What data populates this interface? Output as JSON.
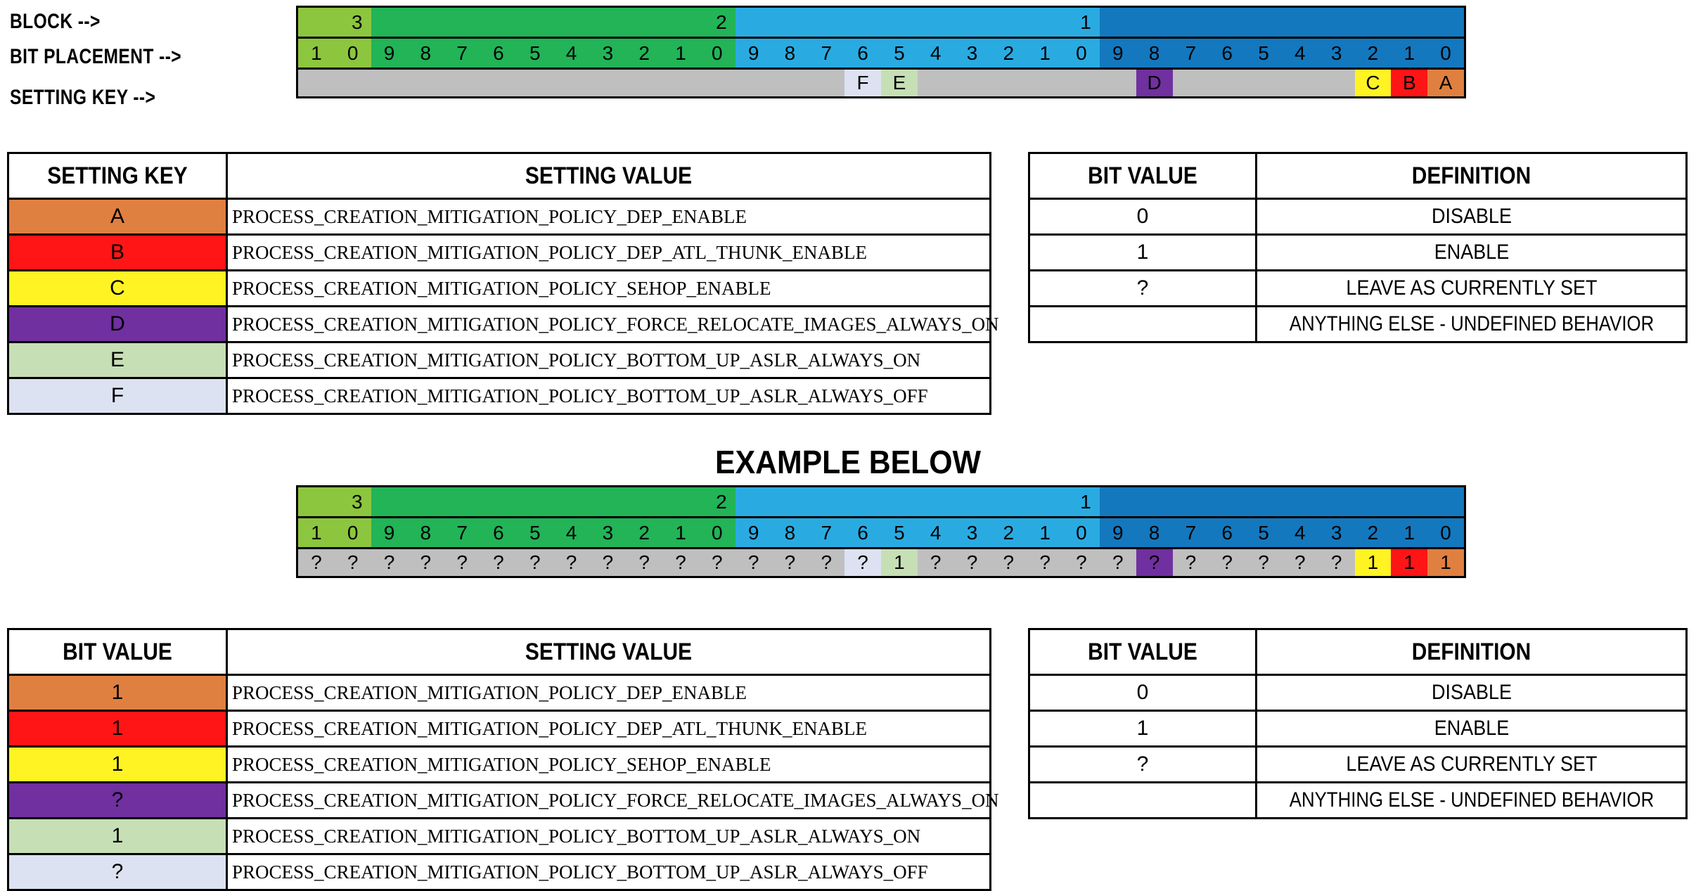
{
  "labels": {
    "block": "BLOCK -->",
    "bit_placement": "BIT PLACEMENT -->",
    "setting_key": "SETTING KEY -->"
  },
  "colors": {
    "block3": "#8CC63E",
    "block2": "#22B457",
    "block1": "#29ABE2",
    "block0": "#1478BE",
    "gray": "#BFBFBF",
    "A": "#E08040",
    "B": "#FF1515",
    "C": "#FFF324",
    "D": "#7030A0",
    "E": "#C6DFB5",
    "F": "#DCE2F1"
  },
  "top_diagram": {
    "blocks": [
      {
        "label": "3",
        "span": 2,
        "color_key": "block3"
      },
      {
        "label": "2",
        "span": 10,
        "color_key": "block2"
      },
      {
        "label": "1",
        "span": 10,
        "color_key": "block1"
      },
      {
        "label": "",
        "span": 10,
        "color_key": "block0"
      }
    ],
    "bit_placement": [
      "1",
      "0",
      "9",
      "8",
      "7",
      "6",
      "5",
      "4",
      "3",
      "2",
      "1",
      "0",
      "9",
      "8",
      "7",
      "6",
      "5",
      "4",
      "3",
      "2",
      "1",
      "0",
      "9",
      "8",
      "7",
      "6",
      "5",
      "4",
      "3",
      "2",
      "1",
      "0"
    ],
    "bit_placement_colors": [
      "block3",
      "block3",
      "block2",
      "block2",
      "block2",
      "block2",
      "block2",
      "block2",
      "block2",
      "block2",
      "block2",
      "block2",
      "block1",
      "block1",
      "block1",
      "block1",
      "block1",
      "block1",
      "block1",
      "block1",
      "block1",
      "block1",
      "block0",
      "block0",
      "block0",
      "block0",
      "block0",
      "block0",
      "block0",
      "block0",
      "block0",
      "block0"
    ],
    "setting_key_row": [
      {
        "label": "",
        "color_key": "gray"
      },
      {
        "label": "",
        "color_key": "gray"
      },
      {
        "label": "",
        "color_key": "gray"
      },
      {
        "label": "",
        "color_key": "gray"
      },
      {
        "label": "",
        "color_key": "gray"
      },
      {
        "label": "",
        "color_key": "gray"
      },
      {
        "label": "",
        "color_key": "gray"
      },
      {
        "label": "",
        "color_key": "gray"
      },
      {
        "label": "",
        "color_key": "gray"
      },
      {
        "label": "",
        "color_key": "gray"
      },
      {
        "label": "",
        "color_key": "gray"
      },
      {
        "label": "",
        "color_key": "gray"
      },
      {
        "label": "",
        "color_key": "gray"
      },
      {
        "label": "",
        "color_key": "gray"
      },
      {
        "label": "",
        "color_key": "gray"
      },
      {
        "label": "F",
        "color_key": "F"
      },
      {
        "label": "E",
        "color_key": "E"
      },
      {
        "label": "",
        "color_key": "gray"
      },
      {
        "label": "",
        "color_key": "gray"
      },
      {
        "label": "",
        "color_key": "gray"
      },
      {
        "label": "",
        "color_key": "gray"
      },
      {
        "label": "",
        "color_key": "gray"
      },
      {
        "label": "",
        "color_key": "gray"
      },
      {
        "label": "D",
        "color_key": "D"
      },
      {
        "label": "",
        "color_key": "gray"
      },
      {
        "label": "",
        "color_key": "gray"
      },
      {
        "label": "",
        "color_key": "gray"
      },
      {
        "label": "",
        "color_key": "gray"
      },
      {
        "label": "",
        "color_key": "gray"
      },
      {
        "label": "C",
        "color_key": "C"
      },
      {
        "label": "B",
        "color_key": "B"
      },
      {
        "label": "A",
        "color_key": "A"
      }
    ]
  },
  "example": {
    "title": "EXAMPLE BELOW",
    "blocks": [
      {
        "label": "3",
        "span": 2,
        "color_key": "block3"
      },
      {
        "label": "2",
        "span": 10,
        "color_key": "block2"
      },
      {
        "label": "1",
        "span": 10,
        "color_key": "block1"
      },
      {
        "label": "",
        "span": 10,
        "color_key": "block0"
      }
    ],
    "bit_placement": [
      "1",
      "0",
      "9",
      "8",
      "7",
      "6",
      "5",
      "4",
      "3",
      "2",
      "1",
      "0",
      "9",
      "8",
      "7",
      "6",
      "5",
      "4",
      "3",
      "2",
      "1",
      "0",
      "9",
      "8",
      "7",
      "6",
      "5",
      "4",
      "3",
      "2",
      "1",
      "0"
    ],
    "bit_placement_colors": [
      "block3",
      "block3",
      "block2",
      "block2",
      "block2",
      "block2",
      "block2",
      "block2",
      "block2",
      "block2",
      "block2",
      "block2",
      "block1",
      "block1",
      "block1",
      "block1",
      "block1",
      "block1",
      "block1",
      "block1",
      "block1",
      "block1",
      "block0",
      "block0",
      "block0",
      "block0",
      "block0",
      "block0",
      "block0",
      "block0",
      "block0",
      "block0"
    ],
    "value_row": [
      {
        "label": "?",
        "color_key": "gray"
      },
      {
        "label": "?",
        "color_key": "gray"
      },
      {
        "label": "?",
        "color_key": "gray"
      },
      {
        "label": "?",
        "color_key": "gray"
      },
      {
        "label": "?",
        "color_key": "gray"
      },
      {
        "label": "?",
        "color_key": "gray"
      },
      {
        "label": "?",
        "color_key": "gray"
      },
      {
        "label": "?",
        "color_key": "gray"
      },
      {
        "label": "?",
        "color_key": "gray"
      },
      {
        "label": "?",
        "color_key": "gray"
      },
      {
        "label": "?",
        "color_key": "gray"
      },
      {
        "label": "?",
        "color_key": "gray"
      },
      {
        "label": "?",
        "color_key": "gray"
      },
      {
        "label": "?",
        "color_key": "gray"
      },
      {
        "label": "?",
        "color_key": "gray"
      },
      {
        "label": "?",
        "color_key": "F"
      },
      {
        "label": "1",
        "color_key": "E"
      },
      {
        "label": "?",
        "color_key": "gray"
      },
      {
        "label": "?",
        "color_key": "gray"
      },
      {
        "label": "?",
        "color_key": "gray"
      },
      {
        "label": "?",
        "color_key": "gray"
      },
      {
        "label": "?",
        "color_key": "gray"
      },
      {
        "label": "?",
        "color_key": "gray"
      },
      {
        "label": "?",
        "color_key": "D"
      },
      {
        "label": "?",
        "color_key": "gray"
      },
      {
        "label": "?",
        "color_key": "gray"
      },
      {
        "label": "?",
        "color_key": "gray"
      },
      {
        "label": "?",
        "color_key": "gray"
      },
      {
        "label": "?",
        "color_key": "gray"
      },
      {
        "label": "1",
        "color_key": "C"
      },
      {
        "label": "1",
        "color_key": "B"
      },
      {
        "label": "1",
        "color_key": "A"
      }
    ]
  },
  "top_left_table": {
    "headers": [
      "SETTING KEY",
      "SETTING VALUE"
    ],
    "rows": [
      {
        "key": "A",
        "color_key": "A",
        "value": "PROCESS_CREATION_MITIGATION_POLICY_DEP_ENABLE"
      },
      {
        "key": "B",
        "color_key": "B",
        "value": "PROCESS_CREATION_MITIGATION_POLICY_DEP_ATL_THUNK_ENABLE"
      },
      {
        "key": "C",
        "color_key": "C",
        "value": "PROCESS_CREATION_MITIGATION_POLICY_SEHOP_ENABLE"
      },
      {
        "key": "D",
        "color_key": "D",
        "value": "PROCESS_CREATION_MITIGATION_POLICY_FORCE_RELOCATE_IMAGES_ALWAYS_ON"
      },
      {
        "key": "E",
        "color_key": "E",
        "value": "PROCESS_CREATION_MITIGATION_POLICY_BOTTOM_UP_ASLR_ALWAYS_ON"
      },
      {
        "key": "F",
        "color_key": "F",
        "value": "PROCESS_CREATION_MITIGATION_POLICY_BOTTOM_UP_ASLR_ALWAYS_OFF"
      }
    ]
  },
  "top_right_table": {
    "headers": [
      "BIT VALUE",
      "DEFINITION"
    ],
    "rows": [
      {
        "bit": "0",
        "definition": "DISABLE"
      },
      {
        "bit": "1",
        "definition": "ENABLE"
      },
      {
        "bit": "?",
        "definition": "LEAVE AS CURRENTLY SET"
      },
      {
        "bit": "",
        "definition": "ANYTHING ELSE - UNDEFINED BEHAVIOR"
      }
    ]
  },
  "bottom_left_table": {
    "headers": [
      "BIT VALUE",
      "SETTING VALUE"
    ],
    "rows": [
      {
        "key": "1",
        "color_key": "A",
        "value": "PROCESS_CREATION_MITIGATION_POLICY_DEP_ENABLE"
      },
      {
        "key": "1",
        "color_key": "B",
        "value": "PROCESS_CREATION_MITIGATION_POLICY_DEP_ATL_THUNK_ENABLE"
      },
      {
        "key": "1",
        "color_key": "C",
        "value": "PROCESS_CREATION_MITIGATION_POLICY_SEHOP_ENABLE"
      },
      {
        "key": "?",
        "color_key": "D",
        "value": "PROCESS_CREATION_MITIGATION_POLICY_FORCE_RELOCATE_IMAGES_ALWAYS_ON"
      },
      {
        "key": "1",
        "color_key": "E",
        "value": "PROCESS_CREATION_MITIGATION_POLICY_BOTTOM_UP_ASLR_ALWAYS_ON"
      },
      {
        "key": "?",
        "color_key": "F",
        "value": "PROCESS_CREATION_MITIGATION_POLICY_BOTTOM_UP_ASLR_ALWAYS_OFF"
      }
    ]
  },
  "bottom_right_table": {
    "headers": [
      "BIT VALUE",
      "DEFINITION"
    ],
    "rows": [
      {
        "bit": "0",
        "definition": "DISABLE"
      },
      {
        "bit": "1",
        "definition": "ENABLE"
      },
      {
        "bit": "?",
        "definition": "LEAVE AS CURRENTLY SET"
      },
      {
        "bit": "",
        "definition": "ANYTHING ELSE - UNDEFINED BEHAVIOR"
      }
    ]
  }
}
